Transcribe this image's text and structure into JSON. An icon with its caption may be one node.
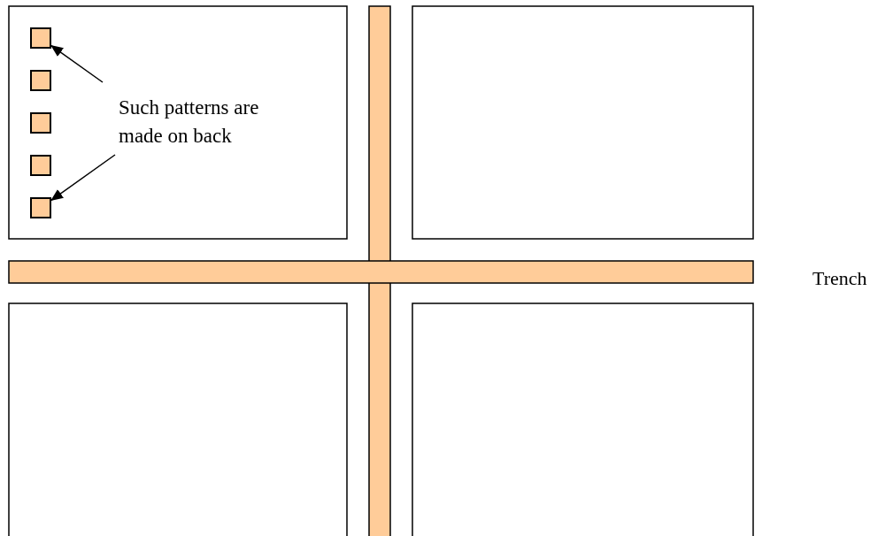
{
  "diagram": {
    "nodes": [
      {
        "text": [
          "Such patterns are made on back"
        ]
      },
      {
        "text": [],
        "shape": "box"
      },
      {
        "text": [],
        "shape": "box"
      },
      {
        "text": [],
        "shape": "box"
      },
      {
        "text": [],
        "shape": "box"
      },
      {
        "text": [],
        "shape": "box"
      }
    ],
    "edges": [
      {
        "from": 0,
        "to": 1,
        "arrow": "to"
      },
      {
        "from": 0,
        "to": 5,
        "arrow": "to"
      }
    ],
    "labels": [
      "Trench"
    ]
  }
}
